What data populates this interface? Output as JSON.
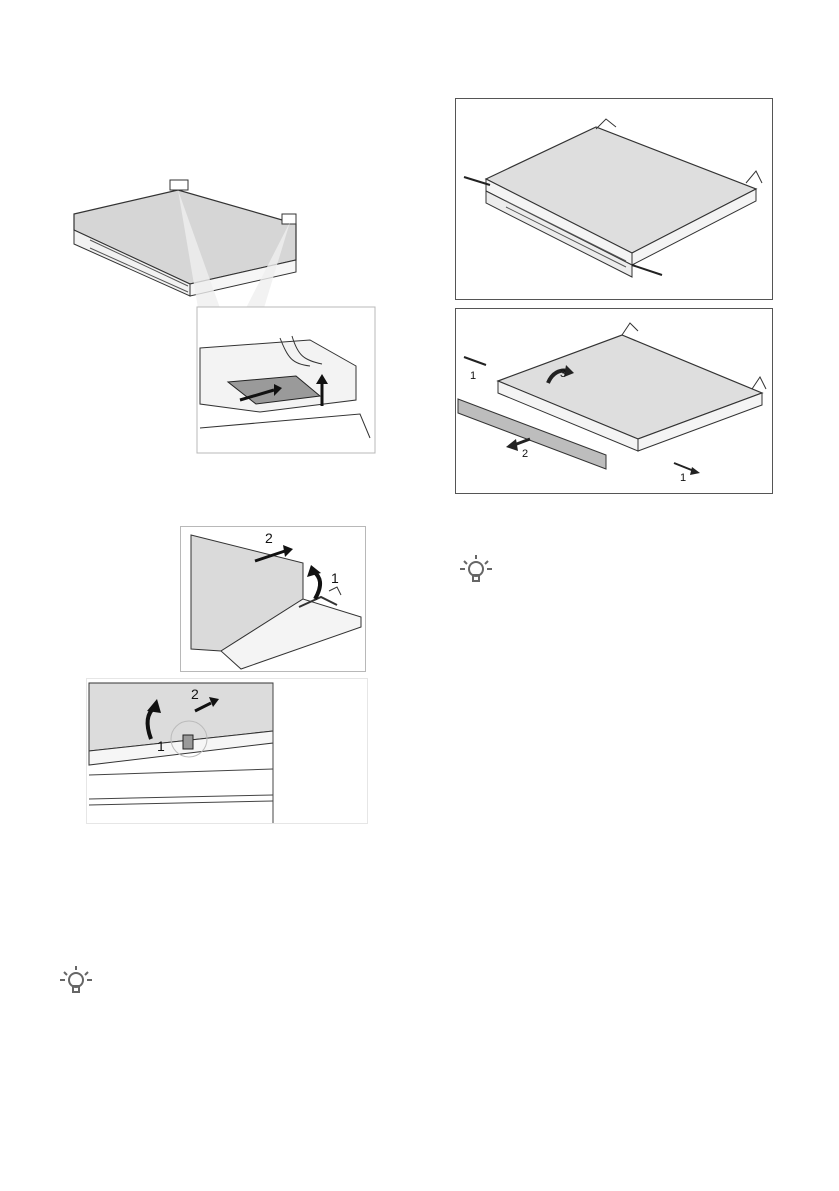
{
  "figures": {
    "hinge_detail": {},
    "door_lift_a": {
      "arrow_labels": [
        "1",
        "2"
      ]
    },
    "door_lift_b": {
      "arrow_labels": [
        "1",
        "2"
      ]
    },
    "door_assembled": {},
    "door_disassembly": {
      "arrow_labels": [
        "1",
        "2",
        "3",
        "1"
      ]
    }
  },
  "icons": {
    "tip_right": "lightbulb-icon",
    "tip_left": "lightbulb-icon"
  },
  "colors": {
    "panel": "#d9d9d9",
    "line": "#333333",
    "frame": "#b8b8b8"
  }
}
